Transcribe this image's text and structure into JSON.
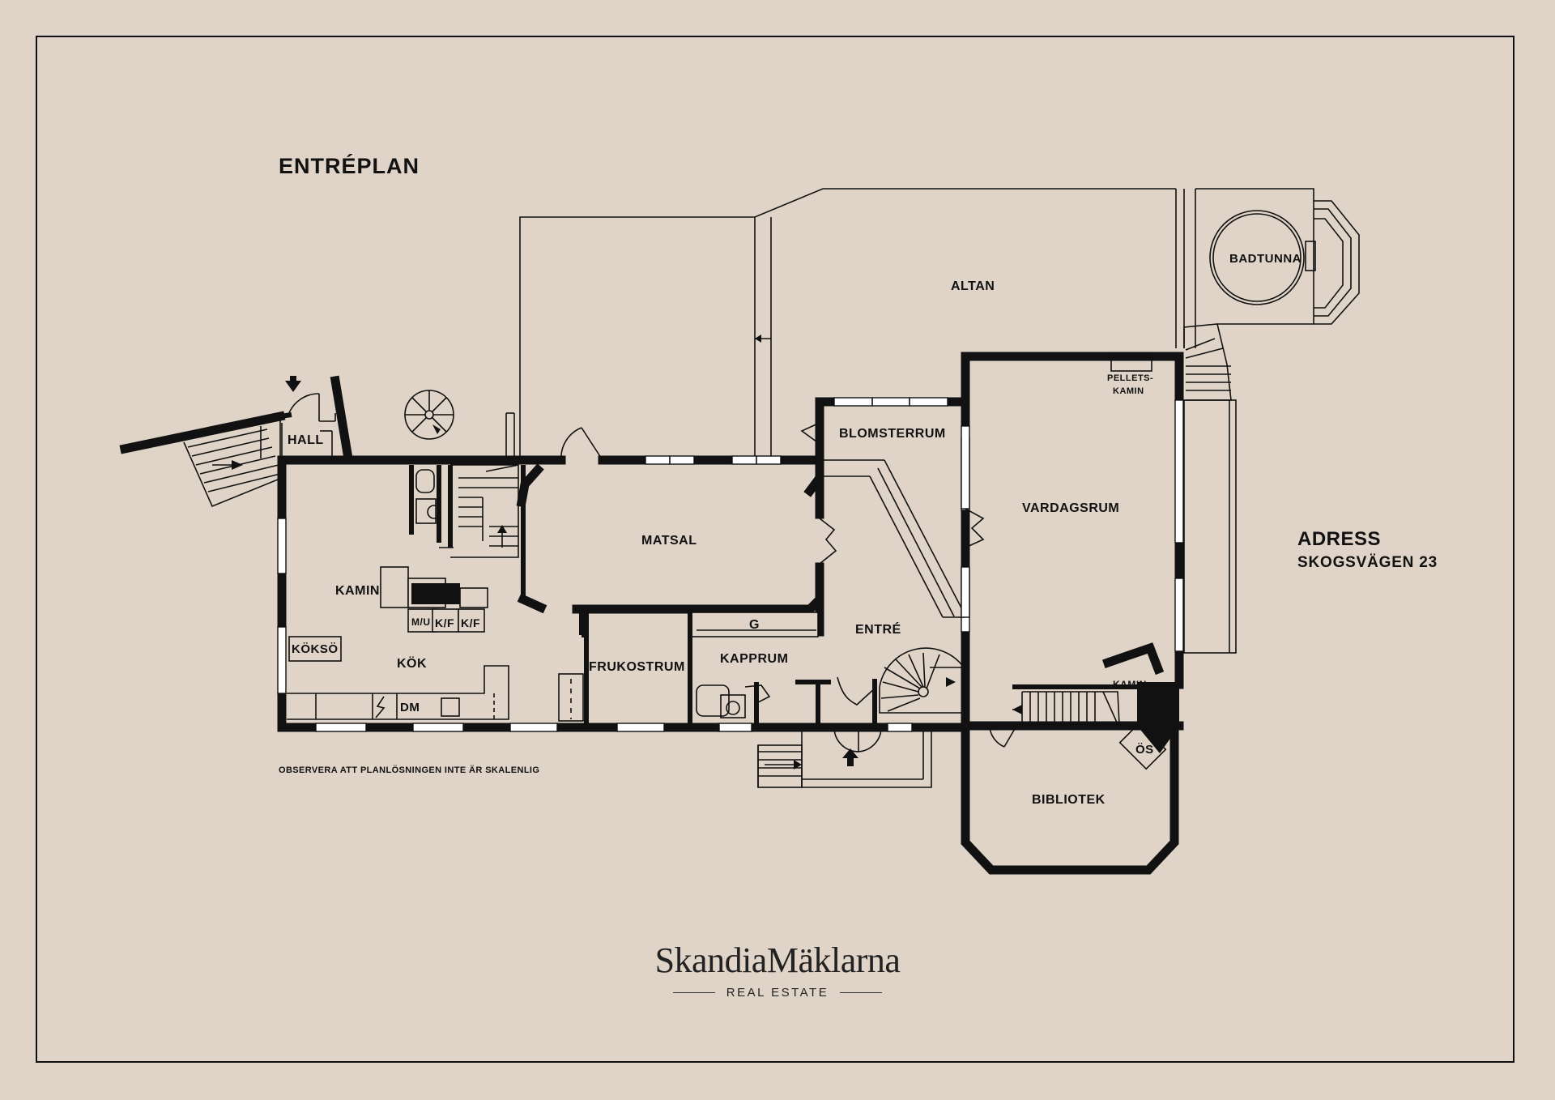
{
  "title": "ENTRÉPLAN",
  "address": {
    "heading": "ADRESS",
    "value": "SKOGSVÄGEN 23"
  },
  "note": "OBSERVERA ATT PLANLÖSNINGEN INTE ÄR SKALENLIG",
  "rooms": {
    "hall": "HALL",
    "kamin": "KAMIN",
    "kok": "KÖK",
    "koksö": "KÖKSÖ",
    "dm": "DM",
    "mu": "M/U",
    "kf1": "K/F",
    "kf2": "K/F",
    "matsal": "MATSAL",
    "frukostrum": "FRUKOSTRUM",
    "kapprum": "KAPPRUM",
    "g": "G",
    "blomsterrum": "BLOMSTERRUM",
    "entre": "ENTRÉ",
    "vardagsrum": "VARDAGSRUM",
    "pellets_line1": "PELLETS-",
    "pellets_line2": "KAMIN",
    "kamin2": "KAMIN",
    "os": "ÖS",
    "bibliotek": "BIBLIOTEK",
    "altan": "ALTAN",
    "badtunna": "BADTUNNA"
  },
  "logo": {
    "name": "SkandiaMäklarna",
    "sub": "REAL ESTATE"
  },
  "colors": {
    "background": "#dfd4c7",
    "ink": "#111111",
    "window": "#ffffff"
  }
}
